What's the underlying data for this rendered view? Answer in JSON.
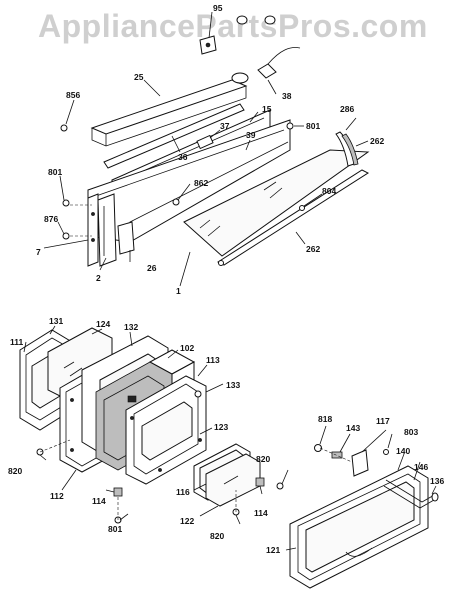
{
  "watermark": "AppliancePartsPros.com",
  "labels": {
    "l95": "95",
    "l25": "25",
    "l38": "38",
    "l856": "856",
    "l15": "15",
    "l37": "37",
    "l36": "36",
    "l39": "39",
    "l801a": "801",
    "l286": "286",
    "l262a": "262",
    "l801b": "801",
    "l862": "862",
    "l804": "804",
    "l876": "876",
    "l7": "7",
    "l2": "2",
    "l26": "26",
    "l1": "1",
    "l262b": "262",
    "l131": "131",
    "l124": "124",
    "l132": "132",
    "l102": "102",
    "l111": "111",
    "l113": "113",
    "l133": "133",
    "l123": "123",
    "l820a": "820",
    "l112": "112",
    "l116": "116",
    "l820b": "820",
    "l114a": "114",
    "l114b": "114",
    "l122": "122",
    "l820c": "820",
    "l801c": "801",
    "l818": "818",
    "l143": "143",
    "l117": "117",
    "l803": "803",
    "l140": "140",
    "l146": "146",
    "l136": "136",
    "l121": "121"
  }
}
